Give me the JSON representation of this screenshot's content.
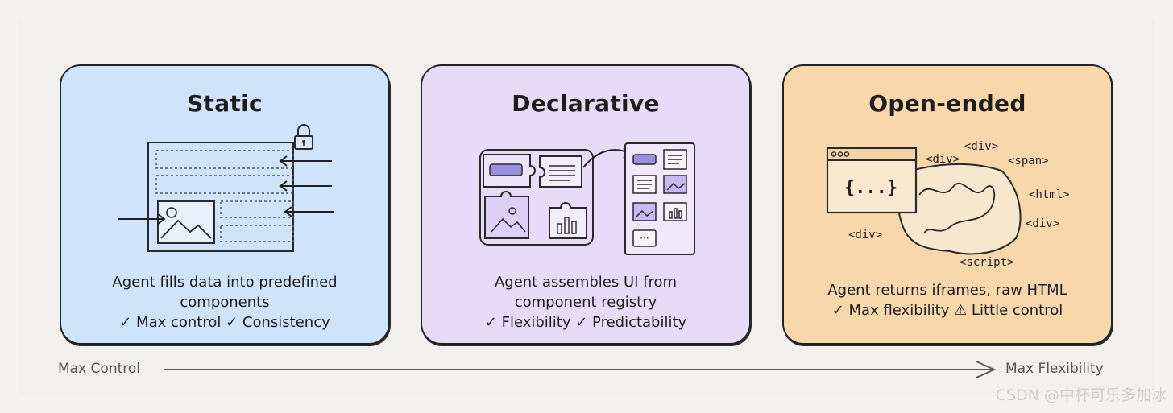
{
  "cards": [
    {
      "title": "Static",
      "desc_line1": "Agent fills data into predefined",
      "desc_line2": "components",
      "desc_line3": "✓ Max control ✓ Consistency"
    },
    {
      "title": "Declarative",
      "desc_line1": "Agent assembles UI from",
      "desc_line2": "component registry",
      "desc_line3": "✓ Flexibility ✓ Predictability"
    },
    {
      "title": "Open-ended",
      "desc_line1": "Agent returns iframes, raw HTML",
      "desc_line2": "✓ Max flexibility ⚠ Little control"
    }
  ],
  "open_tags": {
    "div_top": "<div>",
    "div_left_top": "<div>",
    "span": "<span>",
    "html": "<html>",
    "div_right": "<div>",
    "div_left_bottom": "<div>",
    "script": "<script>",
    "braces": "{...}"
  },
  "axis": {
    "left_label": "Max Control",
    "right_label": "Max Flexibility"
  },
  "watermark": "CSDN @中杯可乐多加冰",
  "colors": {
    "static_bg": "#cfe3fb",
    "declarative_bg": "#e7dcf8",
    "open_bg": "#f8d8ab",
    "accent_purple": "#9b8fe0"
  }
}
